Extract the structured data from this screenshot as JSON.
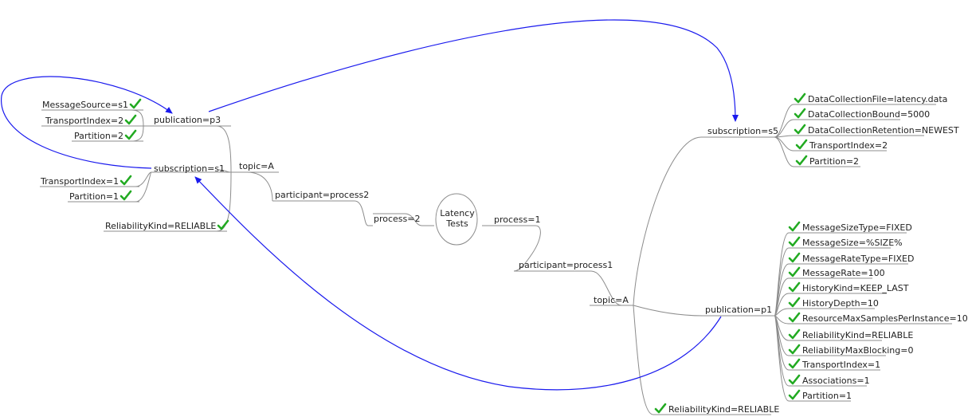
{
  "center": {
    "line1": "Latency",
    "line2": "Tests"
  },
  "left": {
    "process": "process=2",
    "participant": "participant=process2",
    "topic": "topic=A",
    "publication": "publication=p3",
    "publication_props": [
      "MessageSource=s1",
      "TransportIndex=2",
      "Partition=2"
    ],
    "subscription": "subscription=s1",
    "subscription_props": [
      "TransportIndex=1",
      "Partition=1"
    ],
    "topic_prop": "ReliabilityKind=RELIABLE"
  },
  "right": {
    "process": "process=1",
    "participant": "participant=process1",
    "topic": "topic=A",
    "subscription": "subscription=s5",
    "subscription_props": [
      "DataCollectionFile=latency.data",
      "DataCollectionBound=5000",
      "DataCollectionRetention=NEWEST",
      "TransportIndex=2",
      "Partition=2"
    ],
    "publication": "publication=p1",
    "publication_props": [
      "MessageSizeType=FIXED",
      "MessageSize=%SIZE%",
      "MessageRateType=FIXED",
      "MessageRate=100",
      "HistoryKind=KEEP_LAST",
      "HistoryDepth=10",
      "ResourceMaxSamplesPerInstance=10",
      "ReliabilityKind=RELIABLE",
      "ReliabilityMaxBlocking=0",
      "TransportIndex=1",
      "Associations=1",
      "Partition=1"
    ],
    "topic_prop": "ReliabilityKind=RELIABLE"
  },
  "colors": {
    "line": "#8c8c8c",
    "arrow": "#1a1aee",
    "check": "#22aa22"
  }
}
